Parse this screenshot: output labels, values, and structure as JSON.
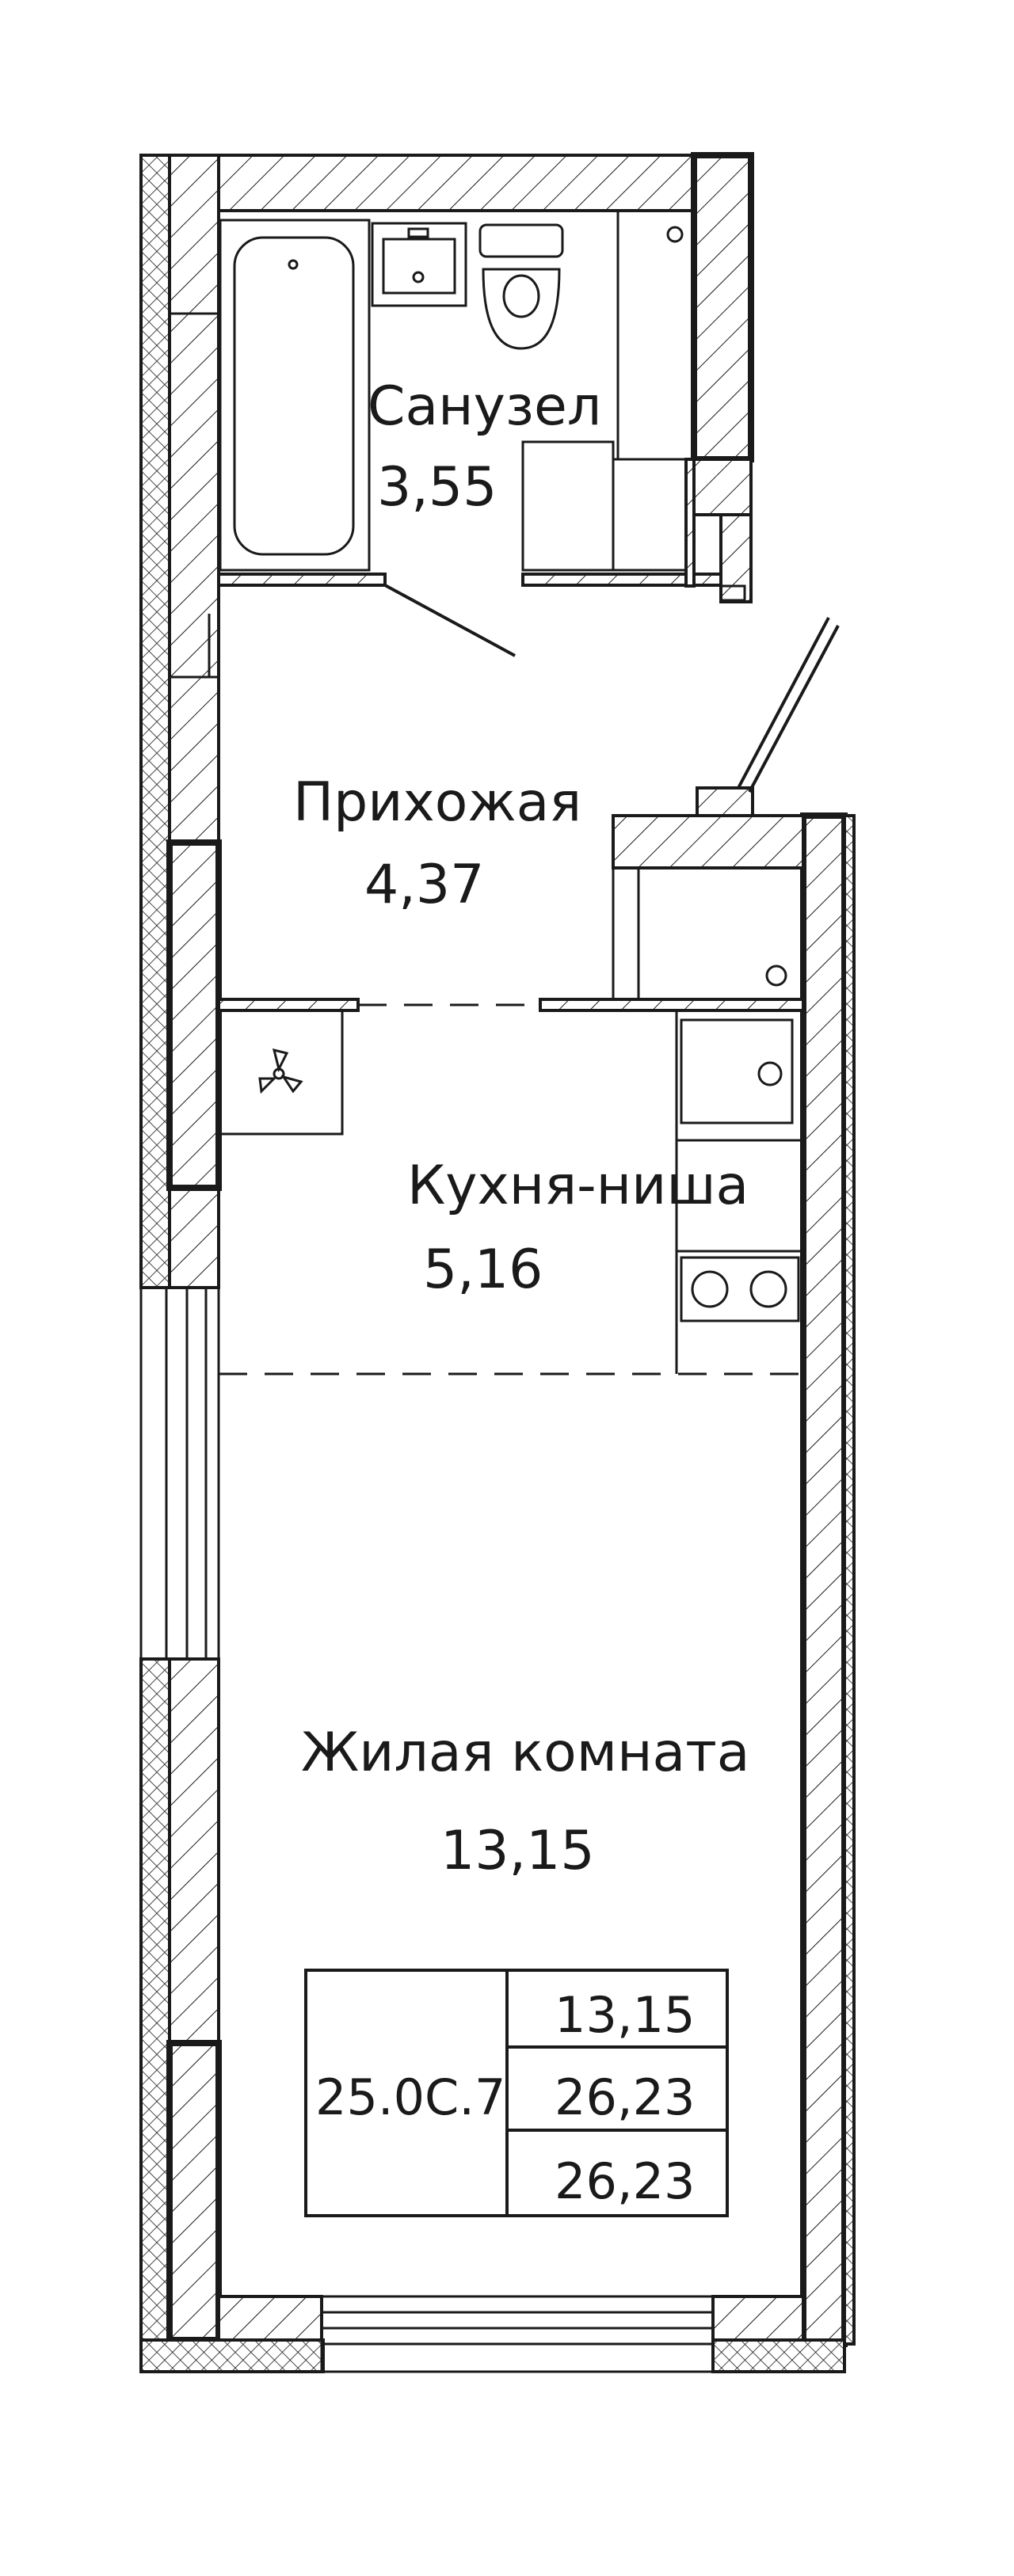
{
  "rooms": {
    "bathroom": {
      "name": "Санузел",
      "area": "3,55"
    },
    "hallway": {
      "name": "Прихожая",
      "area": "4,37"
    },
    "kitchen": {
      "name": "Кухня-ниша",
      "area": "5,16"
    },
    "living": {
      "name": "Жилая комната",
      "area": "13,15"
    }
  },
  "apartment_table": {
    "code": "25.0С.7",
    "living_area": "13,15",
    "total_area": "26,23",
    "total_area_with_balcony": "26,23"
  },
  "colors": {
    "ink": "#1a1a1a",
    "background": "#ffffff"
  }
}
